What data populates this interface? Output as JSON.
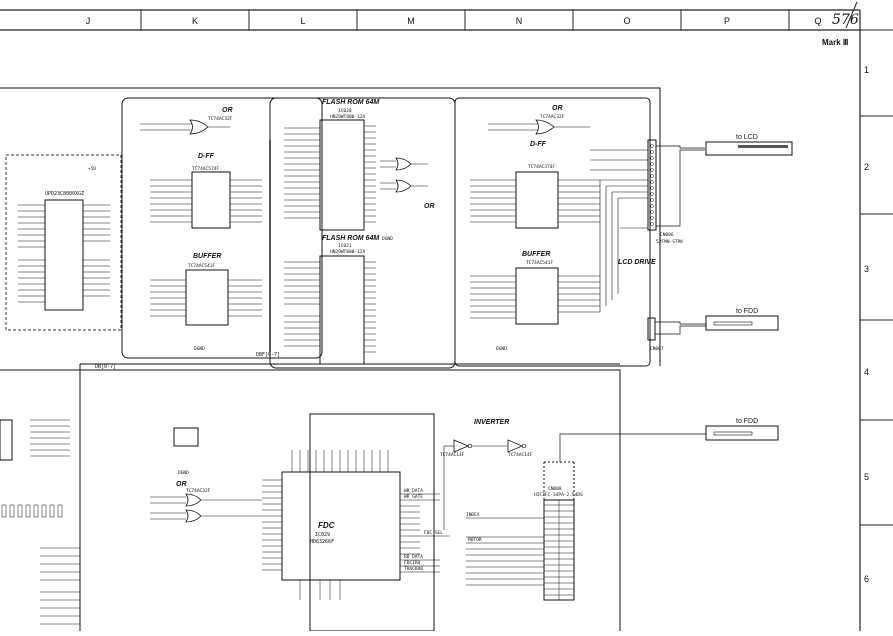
{
  "grid": {
    "columns": [
      "J",
      "K",
      "L",
      "M",
      "N",
      "O",
      "P",
      "Q"
    ],
    "rows": [
      "1",
      "2",
      "3",
      "4",
      "5",
      "6"
    ],
    "corner_label": "Mark Ⅲ",
    "handwritten_page": "576"
  },
  "blocks": {
    "or_top": "OR",
    "dff_left": "D-FF",
    "buffer_left": "BUFFER",
    "flash1": "FLASH ROM 64M",
    "flash2": "FLASH ROM 64M",
    "or_mid": "OR",
    "or_right": "OR",
    "dff_right": "D-FF",
    "buffer_right": "BUFFER",
    "lcd_drive": "LCD DRIVE",
    "inverter": "INVERTER",
    "or_lower": "OR",
    "fdc": "FDC"
  },
  "parts": {
    "ic_flash1": "IC020",
    "ic_flash1_part": "HN29WT800-12A",
    "ic_flash2": "IC021",
    "ic_flash2_part": "HN29WT800-12A",
    "ic_or_top": "TC74AC32F",
    "ic_dff_left": "TC74AC574F",
    "ic_buffer_left": "TC74AC541F",
    "ic_or_right": "TC74AC32F",
    "ic_dff_right": "TC74AC374F",
    "ic_buffer_right": "TC74AC541F",
    "ic_left_mem": "UPD23C8000XGZ",
    "ic_fdc_name": "IC029",
    "ic_fdc_part": "HD63266F",
    "ic_or_lower": "TC74AC32F",
    "ic_inverter_a": "TC74AC14F",
    "ic_inverter_b": "TC74AC14F",
    "cn_lcd": "CN006",
    "cn_lcd_part": "52FMN-STRK",
    "cn_fdd1": "CN007",
    "cn_fdd2": "CN008",
    "cn_fdd2_part": "HIF3FC-34PA-2.54DS"
  },
  "destinations": {
    "to_lcd": "to LCD",
    "to_fdd_1": "to FDD",
    "to_fdd_2": "to FDD"
  },
  "nets": {
    "data_bus": "DBF[0-7]",
    "data_bus_short": "DB[0-7]",
    "index": "INDEX",
    "motor": "MOTOR",
    "wr_data": "WR DATA",
    "wr_gate": "WR GATE",
    "fdc_sel": "FDC SEL",
    "rd_data": "RD DATA",
    "fdc_irq": "FDCIRQ",
    "track00": "TRACK00",
    "power": "+5D",
    "ground": "DGND"
  }
}
